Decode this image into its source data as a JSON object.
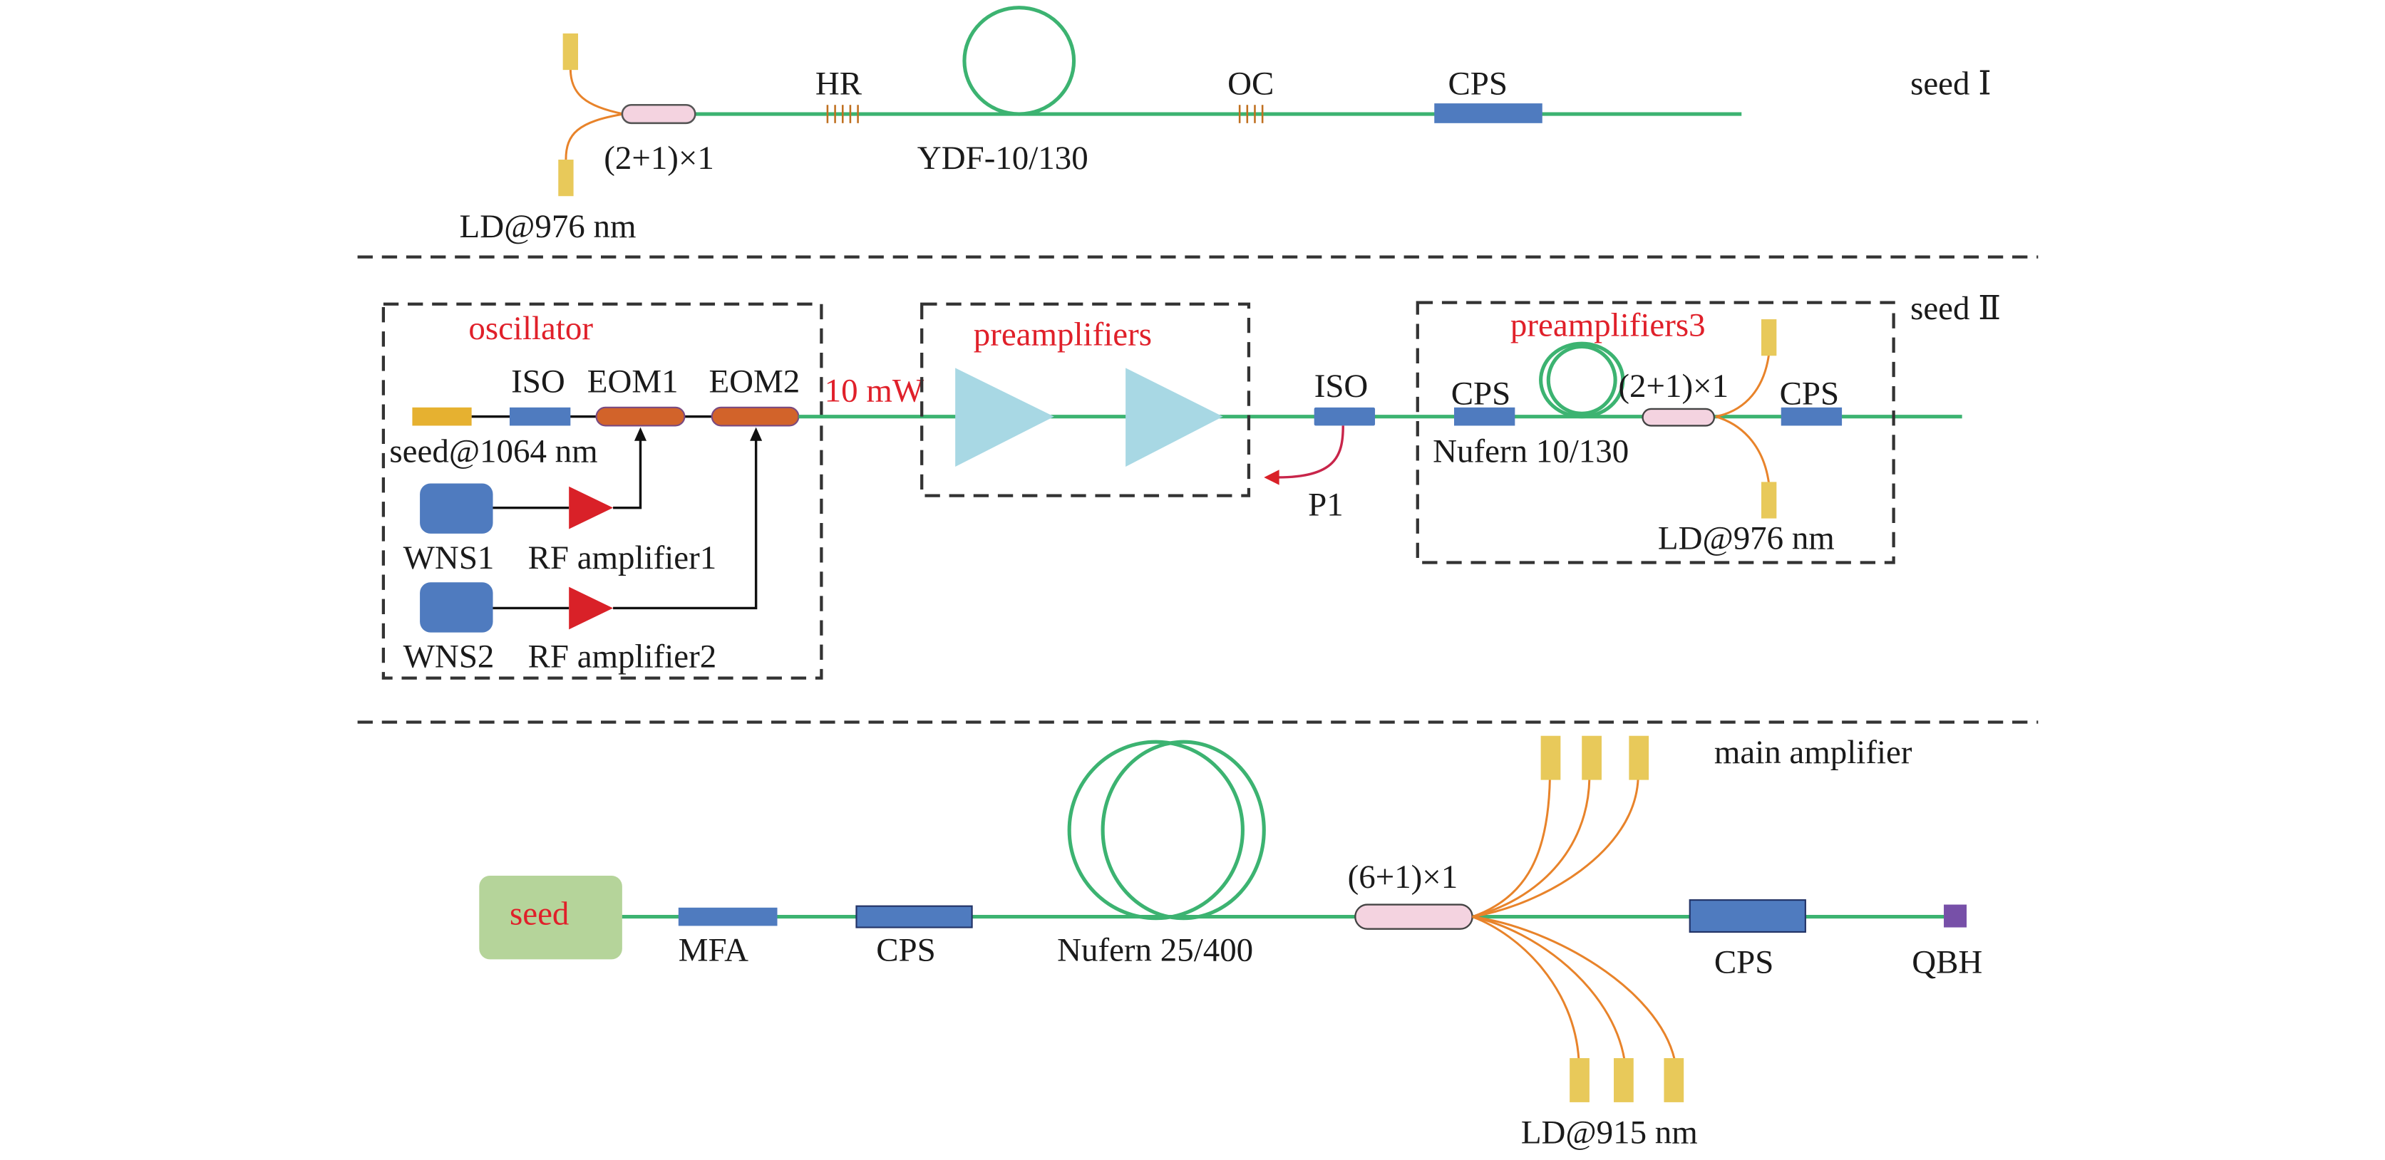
{
  "sections": {
    "seed1": {
      "title": "seed Ⅰ",
      "labels": {
        "combiner": "(2+1)×1",
        "hr": "HR",
        "fiber": "YDF-10/130",
        "oc": "OC",
        "cps": "CPS",
        "ld": "LD@976 nm"
      }
    },
    "seed2": {
      "title": "seed Ⅱ",
      "oscillator": {
        "title": "oscillator",
        "iso": "ISO",
        "eom1": "EOM1",
        "eom2": "EOM2",
        "seed": "seed@1064 nm",
        "wns1": "WNS1",
        "rf1": "RF amplifier1",
        "wns2": "WNS2",
        "rf2": "RF amplifier2"
      },
      "power": "10 mW",
      "preamplifiers": {
        "title": "preamplifiers"
      },
      "iso": "ISO",
      "p1": "P1",
      "preamplifiers3": {
        "title": "preamplifiers3",
        "cps_left": "CPS",
        "fiber": "Nufern 10/130",
        "combiner": "(2+1)×1",
        "cps_right": "CPS",
        "ld": "LD@976 nm"
      }
    },
    "main": {
      "title": "main amplifier",
      "seed": "seed",
      "mfa": "MFA",
      "cps_left": "CPS",
      "fiber": "Nufern 25/400",
      "combiner": "(6+1)×1",
      "cps_right": "CPS",
      "qbh": "QBH",
      "ld": "LD@915 nm"
    }
  },
  "colors": {
    "fiber": "#3cb371",
    "pump_fiber": "#e8832a",
    "laser_diode": "#e8c95a",
    "component_blue": "#4f7bbf",
    "combiner_pink": "#f4d3e0",
    "eom_orange": "#d2632a",
    "rf_amp_red": "#d92128",
    "preamp_cyan": "#a8d8e4",
    "seed_green": "#b5d49a",
    "qbh_purple": "#7750a8",
    "label_red": "#e0202a"
  }
}
